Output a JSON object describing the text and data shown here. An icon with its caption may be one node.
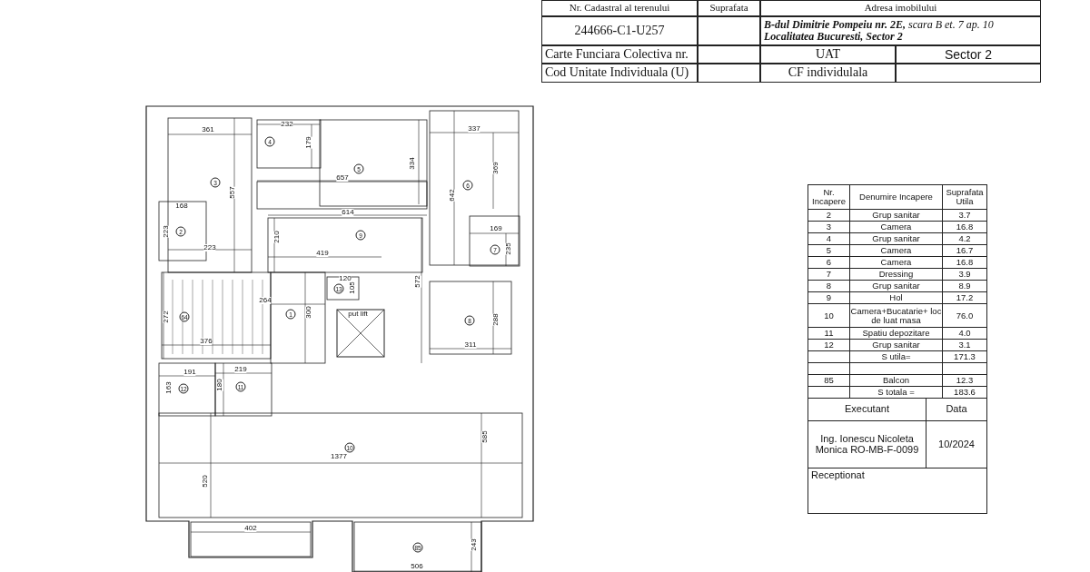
{
  "diagram": {
    "labels": [
      "Nr. Cadastral al terenului",
      "Suprafata",
      "Adresa imobilului",
      "244666-C1-U257",
      "**B-dul Dimitrie Pompeiu nr. 2E,** scara B et. 7 ap. 10 **Localitatea  Bucuresti, Sector 2**",
      "Carte Funciara Colectiva nr.",
      "UAT",
      "Sector 2",
      "Cod Unitate Individuala (U)",
      "CF individulala",
      "361",
      "232",
      "4",
      "179",
      "3",
      "557",
      "5",
      "657",
      "334",
      "337",
      "369",
      "6",
      "642",
      "168",
      "223",
      "2",
      "614",
      "169",
      "7",
      "235",
      "210",
      "9",
      "223",
      "419",
      "120",
      "13",
      "105",
      "572",
      "264",
      "272",
      "64",
      "1",
      "300",
      "put lift",
      "8",
      "288",
      "376",
      "311",
      "191",
      "219",
      "163",
      "12",
      "180",
      "11",
      "585",
      "10",
      "1377",
      "520",
      "402",
      "85",
      "243",
      "506",
      "Nr. Incapere",
      "Denumire Incapere",
      "Suprafata Utila",
      "2",
      "Grup sanitar",
      "3.7",
      "3",
      "Camera",
      "16.8",
      "4",
      "Grup sanitar",
      "4.2",
      "5",
      "Camera",
      "16.7",
      "6",
      "Camera",
      "16.8",
      "7",
      "Dressing",
      "3.9",
      "8",
      "Grup sanitar",
      "8.9",
      "9",
      "Hol",
      "17.2",
      "10",
      "Camera+Bucatarie+ loc de luat masa",
      "76.0",
      "11",
      "Spatiu depozitare",
      "4.0",
      "12",
      "Grup sanitar",
      "3.1",
      "S utila=",
      "171.3",
      "85",
      "Balcon",
      "12.3",
      "S totala =",
      "183.6",
      "Executant",
      "Data",
      "Ing. Ionescu Nicoleta Monica RO-MB-F-0099",
      "10/2024",
      "Receptionat"
    ]
  }
}
